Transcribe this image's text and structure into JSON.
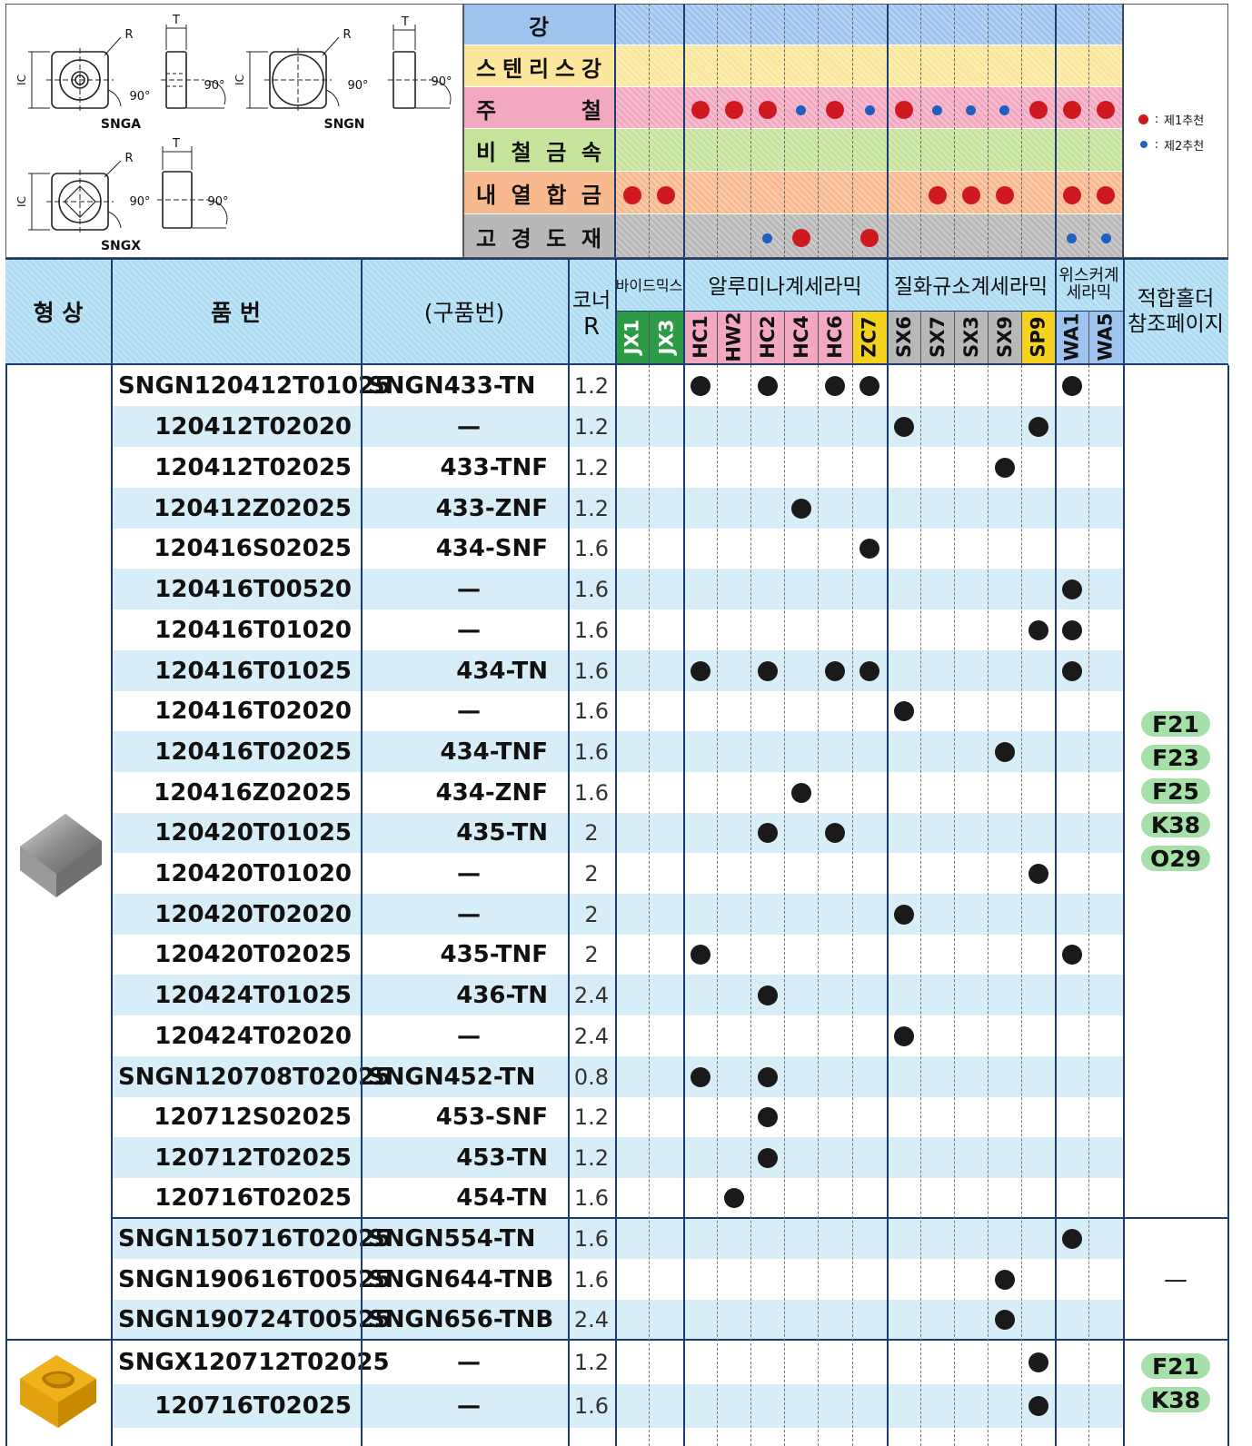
{
  "materials": [
    {
      "label": "강",
      "color": "#9fc3ef"
    },
    {
      "label": "스 텐 리 스 강",
      "color": "#fbe79b"
    },
    {
      "label": "주 철",
      "color": "#f2a8c0"
    },
    {
      "label": "비 철 금 속",
      "color": "#c5e39a"
    },
    {
      "label": "내 열 합 금",
      "color": "#f9b98e"
    },
    {
      "label": "고 경 도 재",
      "color": "#b8b8b8"
    }
  ],
  "recommend_matrix": [
    [
      0,
      0,
      0,
      0,
      0,
      0,
      0,
      0,
      0,
      0,
      0,
      0,
      0,
      0,
      0
    ],
    [
      0,
      0,
      0,
      0,
      0,
      0,
      0,
      0,
      0,
      0,
      0,
      0,
      0,
      0,
      0
    ],
    [
      0,
      0,
      1,
      1,
      1,
      2,
      1,
      2,
      1,
      2,
      2,
      2,
      1,
      1,
      1
    ],
    [
      0,
      0,
      0,
      0,
      0,
      0,
      0,
      0,
      0,
      0,
      0,
      0,
      0,
      0,
      0
    ],
    [
      1,
      1,
      0,
      0,
      0,
      0,
      0,
      0,
      0,
      1,
      1,
      1,
      0,
      1,
      1
    ],
    [
      0,
      0,
      0,
      0,
      2,
      1,
      0,
      1,
      0,
      0,
      0,
      0,
      0,
      2,
      2
    ]
  ],
  "legend": {
    "first": "제1추천",
    "second": "제2추천",
    "sep": ":"
  },
  "legend_colors": {
    "first": "#d01820",
    "second": "#1f5fbf"
  },
  "diagrams": {
    "sngA": "SNGA",
    "sngN": "SNGN",
    "sngX": "SNGX",
    "ic": "IC",
    "t": "T",
    "r": "R",
    "angle": "90°"
  },
  "header": {
    "shape": "형 상",
    "part": "품 번",
    "old_part": "(구품번)",
    "corner": "코너",
    "corner_r": "R",
    "group_binder": "바이드믹스",
    "group_alumina": "알루미나계세라믹",
    "group_silicon": "질화규소계세라믹",
    "group_whisker_1": "위스커계",
    "group_whisker_2": "세라믹",
    "holder_1": "적합홀더",
    "holder_2": "참조페이지"
  },
  "grades": [
    "JX1",
    "JX3",
    "HC1",
    "HW2",
    "HC2",
    "HC4",
    "HC6",
    "ZC7",
    "SX6",
    "SX7",
    "SX3",
    "SX9",
    "SP9",
    "WA1",
    "WA5"
  ],
  "grade_colors": [
    "#2d9b45",
    "#2d9b45",
    "#f2a8c0",
    "#f2a8c0",
    "#f2a8c0",
    "#f2a8c0",
    "#f2a8c0",
    "#f5d21e",
    "#b8b8b8",
    "#b8b8b8",
    "#b8b8b8",
    "#b8b8b8",
    "#f5d21e",
    "#9fc3ef",
    "#9fc3ef"
  ],
  "rows": [
    {
      "part": "SNGN120412T01025",
      "old": "SNGN433-TN",
      "r": "1.2",
      "marks": [
        2,
        4,
        6,
        7,
        13
      ]
    },
    {
      "part": "120412T02020",
      "old": "—",
      "r": "1.2",
      "marks": [
        8,
        12
      ]
    },
    {
      "part": "120412T02025",
      "old": "433-TNF",
      "r": "1.2",
      "marks": [
        11
      ]
    },
    {
      "part": "120412Z02025",
      "old": "433-ZNF",
      "r": "1.2",
      "marks": [
        5
      ]
    },
    {
      "part": "120416S02025",
      "old": "434-SNF",
      "r": "1.6",
      "marks": [
        7
      ]
    },
    {
      "part": "120416T00520",
      "old": "—",
      "r": "1.6",
      "marks": [
        13
      ]
    },
    {
      "part": "120416T01020",
      "old": "—",
      "r": "1.6",
      "marks": [
        12,
        13
      ]
    },
    {
      "part": "120416T01025",
      "old": "434-TN",
      "r": "1.6",
      "marks": [
        2,
        4,
        6,
        7,
        13
      ]
    },
    {
      "part": "120416T02020",
      "old": "—",
      "r": "1.6",
      "marks": [
        8
      ]
    },
    {
      "part": "120416T02025",
      "old": "434-TNF",
      "r": "1.6",
      "marks": [
        11
      ]
    },
    {
      "part": "120416Z02025",
      "old": "434-ZNF",
      "r": "1.6",
      "marks": [
        5
      ]
    },
    {
      "part": "120420T01025",
      "old": "435-TN",
      "r": "2",
      "marks": [
        4,
        6
      ]
    },
    {
      "part": "120420T01020",
      "old": "—",
      "r": "2",
      "marks": [
        12
      ]
    },
    {
      "part": "120420T02020",
      "old": "—",
      "r": "2",
      "marks": [
        8
      ]
    },
    {
      "part": "120420T02025",
      "old": "435-TNF",
      "r": "2",
      "marks": [
        2,
        13
      ]
    },
    {
      "part": "120424T01025",
      "old": "436-TN",
      "r": "2.4",
      "marks": [
        4
      ]
    },
    {
      "part": "120424T02020",
      "old": "—",
      "r": "2.4",
      "marks": [
        8
      ]
    },
    {
      "part": "SNGN120708T02025",
      "old": "SNGN452-TN",
      "r": "0.8",
      "marks": [
        2,
        4
      ]
    },
    {
      "part": "120712S02025",
      "old": "453-SNF",
      "r": "1.2",
      "marks": [
        4
      ]
    },
    {
      "part": "120712T02025",
      "old": "453-TN",
      "r": "1.2",
      "marks": [
        4
      ]
    },
    {
      "part": "120716T02025",
      "old": "454-TN",
      "r": "1.6",
      "marks": [
        3
      ]
    },
    {
      "part": "SNGN150716T02025",
      "old": "SNGN554-TN",
      "r": "1.6",
      "marks": [
        13
      ]
    },
    {
      "part": "SNGN190616T00525",
      "old": "SNGN644-TNB",
      "r": "1.6",
      "marks": [
        11
      ]
    },
    {
      "part": "SNGN190724T00525",
      "old": "SNGN656-TNB",
      "r": "2.4",
      "marks": [
        11
      ]
    },
    {
      "part": "SNGX120712T02025",
      "old": "—",
      "r": "1.2",
      "marks": [
        12
      ]
    },
    {
      "part": "120716T02025",
      "old": "—",
      "r": "1.6",
      "marks": [
        12
      ]
    }
  ],
  "holders_group1": [
    "F21",
    "F23",
    "F25",
    "K38",
    "O29"
  ],
  "holders_group2": "—",
  "holders_group3": [
    "F21",
    "K38"
  ]
}
